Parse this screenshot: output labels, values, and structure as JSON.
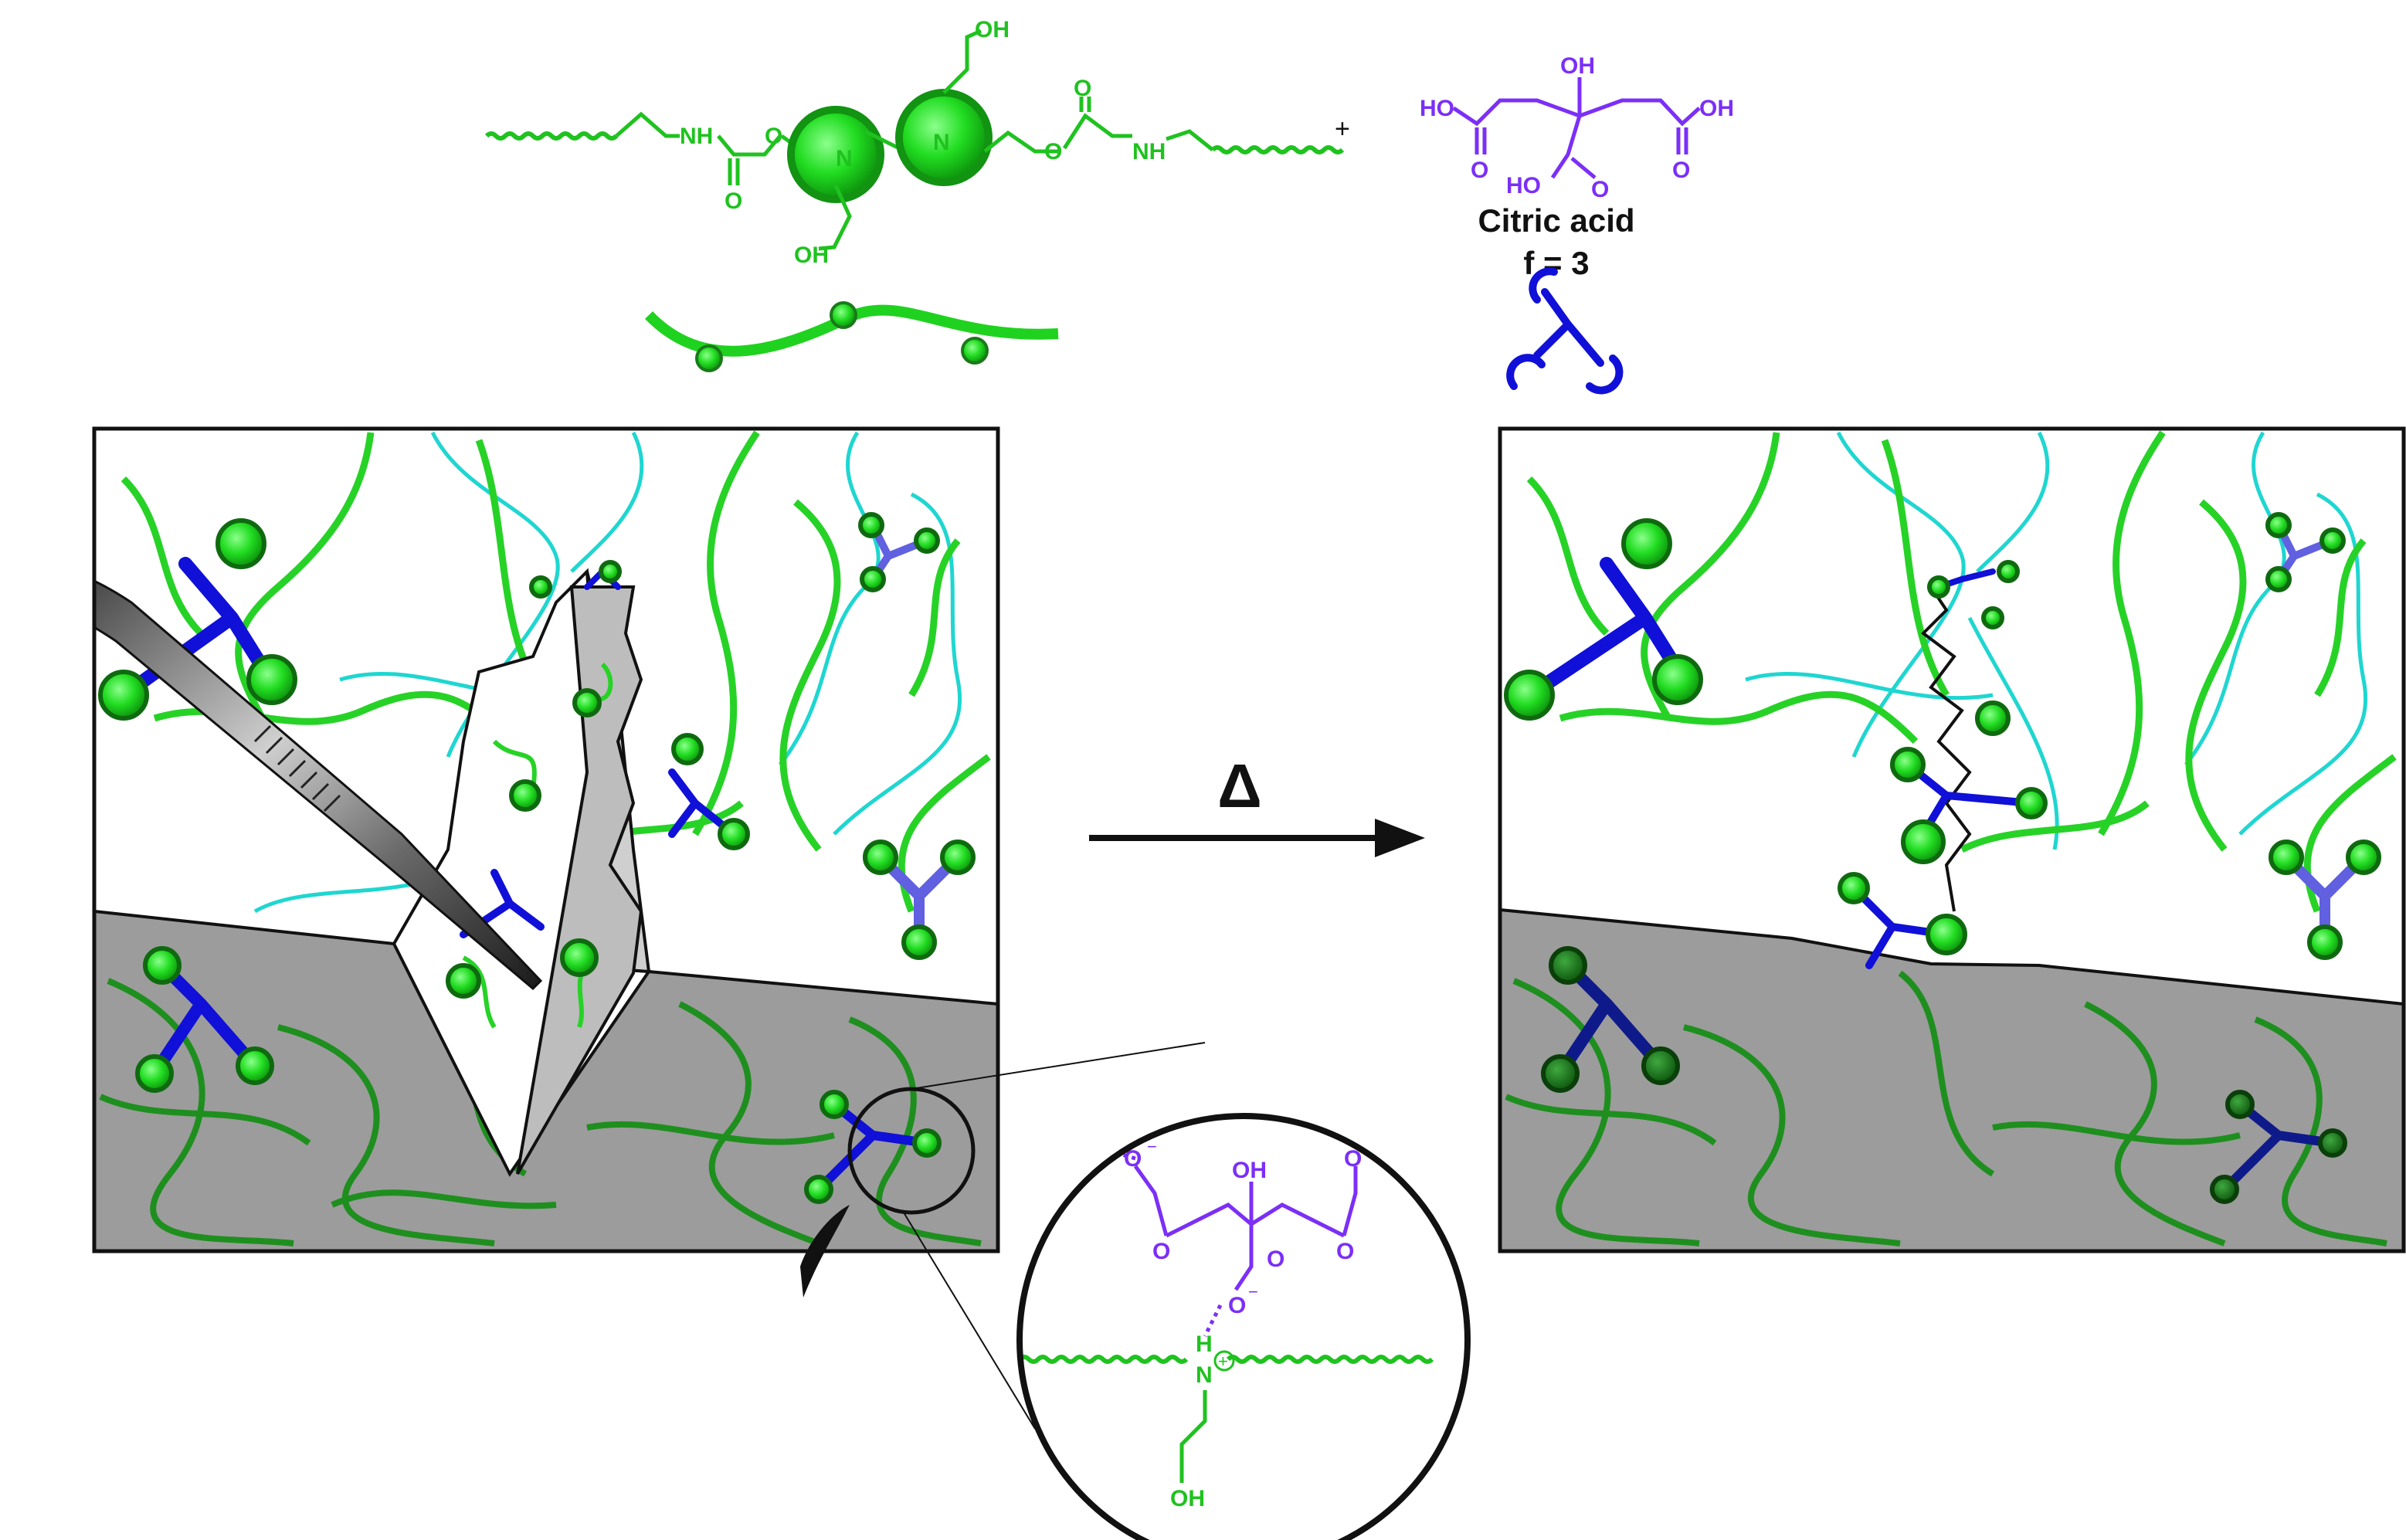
{
  "colors": {
    "polymer_green": "#1fd21f",
    "polymer_dark_green": "#1e8f1e",
    "cyan_chain": "#1fd6d0",
    "crosslinker_blue": "#1010d8",
    "citric_purple": "#7b2ff7",
    "damaged_gray": "#9c9c9c"
  },
  "polymer": {
    "labels": {
      "nh_left": "NH",
      "o_ester_left": "O",
      "o_carbonyl_left": "O",
      "oh_top": "OH",
      "oh_bottom": "OH",
      "n_left": "N",
      "n_right": "N",
      "o_ester_right": "O",
      "o_carbonyl_right": "O",
      "nh_right": "NH"
    },
    "plus": "+"
  },
  "citric_acid": {
    "oh_top": "OH",
    "ho_left": "HO",
    "oh_right": "OH",
    "o_left": "O",
    "o_right": "O",
    "ho_center": "HO",
    "o_center": "O",
    "name": "Citric acid",
    "functionality": "f = 3"
  },
  "reaction": {
    "arrow_label": "Δ"
  },
  "zoom": {
    "oh_top": "OH",
    "o_minus_left": "O",
    "o_minus_right": "O",
    "o_minus_center": "O",
    "o_carbonyl_left": "O",
    "o_carbonyl_right": "O",
    "o_carbonyl_center": "O",
    "h": "H",
    "n": "N",
    "oh_bottom": "OH",
    "minus": "−",
    "plus": "+"
  }
}
